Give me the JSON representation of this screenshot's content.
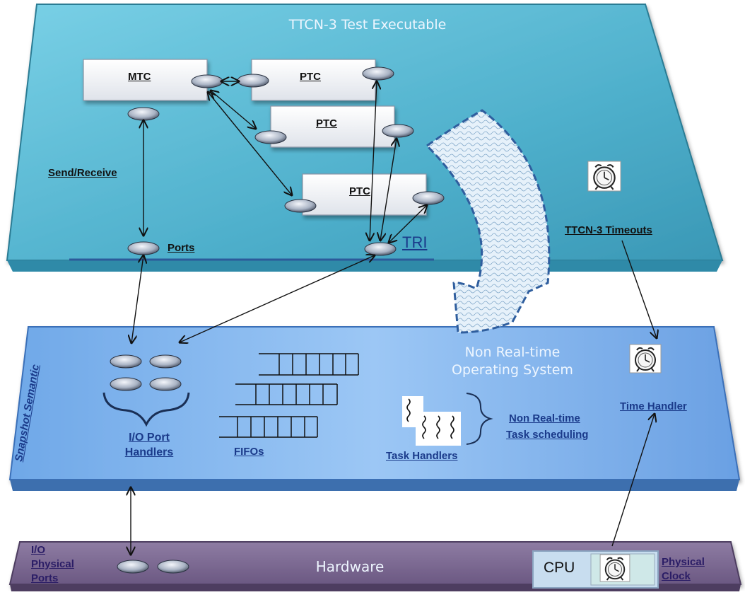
{
  "layers": {
    "ttcn3": {
      "title": "TTCN-3 Test Executable",
      "colors": {
        "fill": "#5bb9d2",
        "edge": "#2c7b94"
      }
    },
    "os": {
      "title_line1": "Non Real-time",
      "title_line2": "Operating System",
      "colors": {
        "fill": "#7eb2ec",
        "edge": "#3a6fb8"
      }
    },
    "hardware": {
      "title": "Hardware",
      "colors": {
        "fill": "#7d6a90",
        "edge": "#4d3d60"
      }
    }
  },
  "components": {
    "mtc": "MTC",
    "ptc1": "PTC",
    "ptc2": "PTC",
    "ptc3": "PTC"
  },
  "labels": {
    "send_receive": "Send/Receive",
    "ports": "Ports",
    "tri": "TRI",
    "ttcn3_timeouts": "TTCN-3 Timeouts",
    "snapshot_semantic": "Snapshot Semantic",
    "io_port_handlers_line1": "I/O Port",
    "io_port_handlers_line2": "Handlers",
    "fifos": "FIFOs",
    "task_handlers": "Task Handlers",
    "nrt_task_scheduling_line1": "Non Real-time",
    "nrt_task_scheduling_line2": "Task scheduling",
    "time_handler": "Time Handler",
    "io_physical_ports_line1": "I/O",
    "io_physical_ports_line2": "Physical",
    "io_physical_ports_line3": "Ports",
    "cpu": "CPU",
    "physical_clock_line1": "Physical",
    "physical_clock_line2": "Clock"
  },
  "icons": [
    "alarm-clock-icon",
    "port-oval-icon",
    "curly-brace-icon",
    "fifo-queue-icon",
    "wavy-task-icon",
    "curved-arrow-icon"
  ]
}
